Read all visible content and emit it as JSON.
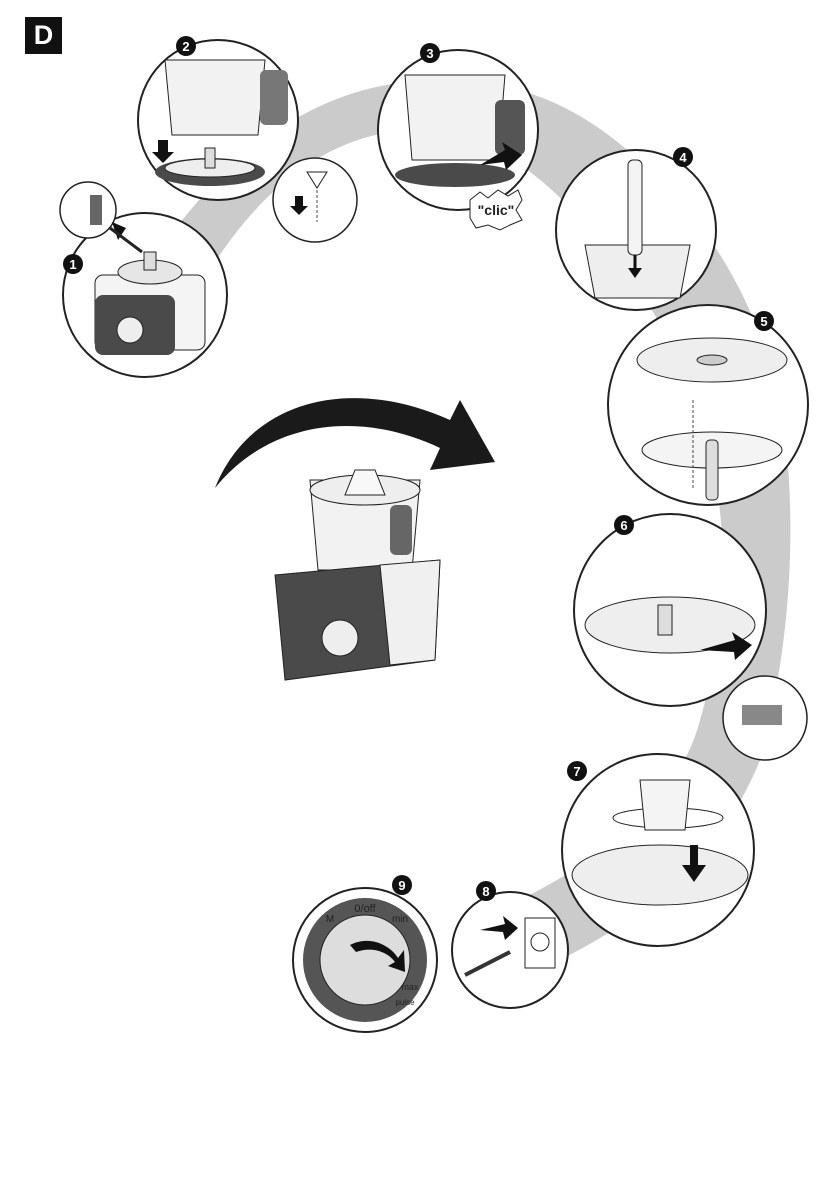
{
  "section_label": "D",
  "steps": [
    {
      "number": "1"
    },
    {
      "number": "2"
    },
    {
      "number": "3",
      "caption": "\"clic\""
    },
    {
      "number": "4"
    },
    {
      "number": "5"
    },
    {
      "number": "6"
    },
    {
      "number": "7"
    },
    {
      "number": "8"
    },
    {
      "number": "9",
      "dial": {
        "off": "0/off",
        "min": "min",
        "max": "max",
        "m": "M",
        "pulse": "pulse"
      }
    }
  ],
  "colors": {
    "shadow": "#c8c8c8",
    "appliance_dark": "#4a4a4a",
    "outline": "#222222",
    "arrow": "#1a1a1a"
  }
}
